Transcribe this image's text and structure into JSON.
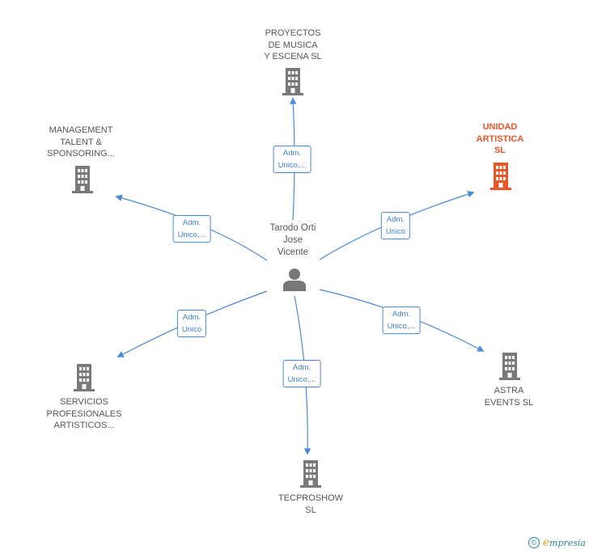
{
  "center": {
    "label": "Tarodo Orti\nJose\nVicente",
    "icon": "person-icon"
  },
  "companies": [
    {
      "id": "proyectos",
      "label": "PROYECTOS\nDE MUSICA\nY ESCENA  SL",
      "role": "Adm.\nUnico,...",
      "highlight": false
    },
    {
      "id": "unidad",
      "label": "UNIDAD\nARTISTICA\nSL",
      "role": "Adm.\nUnico",
      "highlight": true
    },
    {
      "id": "astra",
      "label": "ASTRA\nEVENTS SL",
      "role": "Adm.\nUnico,...",
      "highlight": false
    },
    {
      "id": "tecproshow",
      "label": "TECPROSHOW\nSL",
      "role": "Adm.\nUnico,...",
      "highlight": false
    },
    {
      "id": "servicios",
      "label": "SERVICIOS\nPROFESIONALES\nARTISTICOS...",
      "role": "Adm.\nUnico",
      "highlight": false
    },
    {
      "id": "management",
      "label": "MANAGEMENT\nTALENT &\nSPONSORING...",
      "role": "Adm.\nUnico,...",
      "highlight": false
    }
  ],
  "footer": {
    "copyright": "©",
    "brand_initial": "e",
    "brand_rest": "mpresia"
  },
  "colors": {
    "edge": "#4a89d6",
    "building": "#7a7a7a",
    "highlight": "#e8572a",
    "person": "#777777"
  }
}
